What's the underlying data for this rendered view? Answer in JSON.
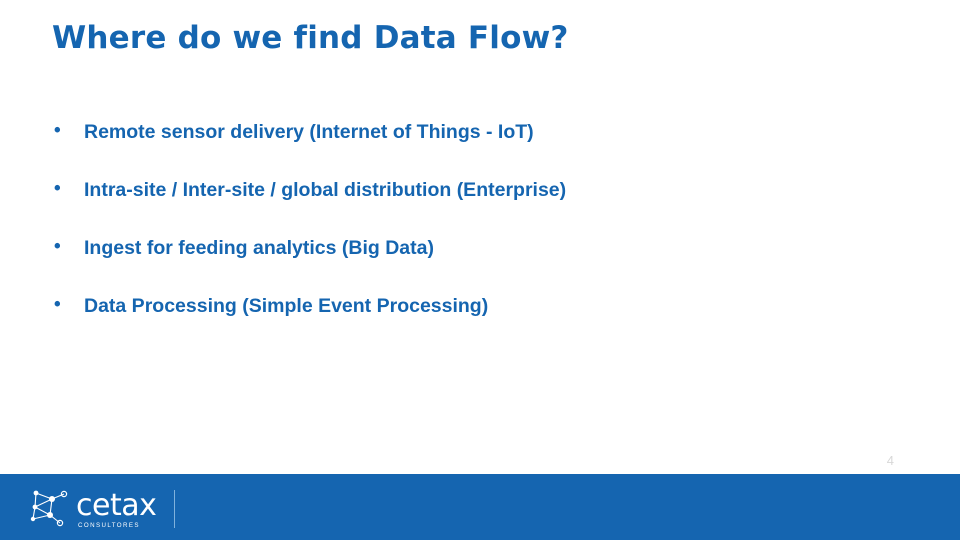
{
  "slide": {
    "title": "Where do we find Data Flow?",
    "number": "4",
    "bullets": [
      "Remote sensor delivery  (Internet of Things - IoT)",
      "Intra-site / Inter-site / global distribution  (Enterprise)",
      "Ingest for feeding analytics (Big Data)",
      "Data Processing (Simple Event Processing)"
    ]
  },
  "footer": {
    "logo_name": "cetax",
    "logo_subtitle": "CONSULTORES"
  },
  "colors": {
    "brand_blue": "#1565b0",
    "text_blue": "#1565b0",
    "footer_bg": "#1565b0"
  }
}
